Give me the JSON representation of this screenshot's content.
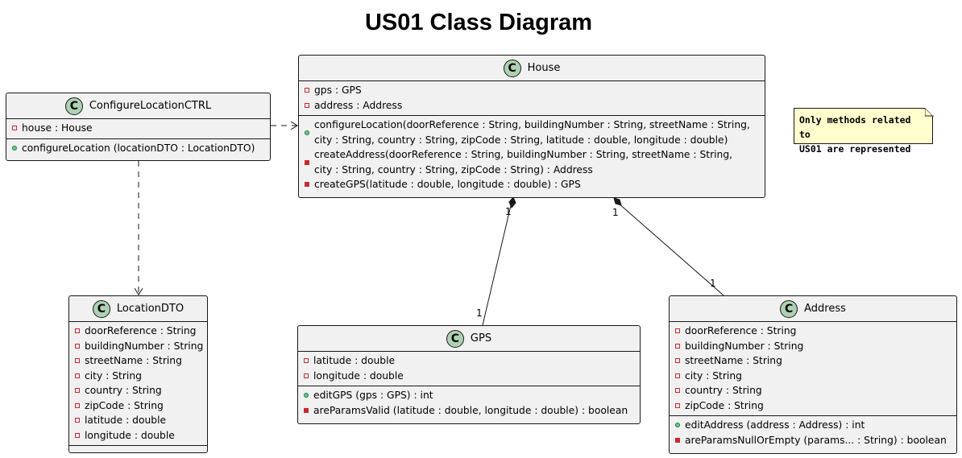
{
  "title": "US01 Class Diagram",
  "note": {
    "lines": [
      "Only methods related to",
      "US01 are represented"
    ]
  },
  "classes": {
    "ctrl": {
      "name": "ConfigureLocationCTRL",
      "badge": "C",
      "attributes": [
        {
          "vis": "private",
          "text": "house : House"
        }
      ],
      "methods": [
        {
          "vis": "public",
          "text": "configureLocation (locationDTO : LocationDTO)"
        }
      ]
    },
    "house": {
      "name": "House",
      "badge": "C",
      "attributes": [
        {
          "vis": "private",
          "text": "gps : GPS"
        },
        {
          "vis": "private",
          "text": "address : Address"
        }
      ],
      "methods": [
        {
          "vis": "public",
          "line1": "configureLocation(doorReference : String, buildingNumber : String, streetName : String,",
          "line2": "city : String, country : String, zipCode : String, latitude : double, longitude : double)"
        },
        {
          "vis": "private",
          "line1": "createAddress(doorReference : String, buildingNumber : String, streetName : String,",
          "line2": "city : String, country : String, zipCode : String) : Address"
        },
        {
          "vis": "private",
          "line1": "createGPS(latitude : double, longitude : double) : GPS",
          "line2": ""
        }
      ]
    },
    "locationdto": {
      "name": "LocationDTO",
      "badge": "C",
      "attributes": [
        {
          "vis": "private",
          "text": "doorReference : String"
        },
        {
          "vis": "private",
          "text": "buildingNumber : String"
        },
        {
          "vis": "private",
          "text": "streetName : String"
        },
        {
          "vis": "private",
          "text": "city : String"
        },
        {
          "vis": "private",
          "text": "country : String"
        },
        {
          "vis": "private",
          "text": "zipCode : String"
        },
        {
          "vis": "private",
          "text": "latitude : double"
        },
        {
          "vis": "private",
          "text": "longitude : double"
        }
      ]
    },
    "gps": {
      "name": "GPS",
      "badge": "C",
      "attributes": [
        {
          "vis": "private",
          "text": "latitude : double"
        },
        {
          "vis": "private",
          "text": "longitude : double"
        }
      ],
      "methods": [
        {
          "vis": "public",
          "text": "editGPS (gps : GPS) : int"
        },
        {
          "vis": "private",
          "text": "areParamsValid (latitude : double, longitude : double) : boolean"
        }
      ]
    },
    "address": {
      "name": "Address",
      "badge": "C",
      "attributes": [
        {
          "vis": "private",
          "text": "doorReference : String"
        },
        {
          "vis": "private",
          "text": "buildingNumber : String"
        },
        {
          "vis": "private",
          "text": "streetName : String"
        },
        {
          "vis": "private",
          "text": "city : String"
        },
        {
          "vis": "private",
          "text": "country : String"
        },
        {
          "vis": "private",
          "text": "zipCode : String"
        }
      ],
      "methods": [
        {
          "vis": "public",
          "text": "editAddress (address : Address) : int"
        },
        {
          "vis": "private",
          "text": "areParamsNullOrEmpty (params... : String) : boolean"
        }
      ]
    }
  },
  "relations": {
    "house_gps": {
      "from_mult": "1",
      "to_mult": "1"
    },
    "house_address": {
      "from_mult": "1",
      "to_mult": "1"
    }
  },
  "colors": {
    "class_fill": "#f1f1f1",
    "border": "#181818",
    "badge": "#add1b2",
    "note_fill": "#fefece",
    "private": "#c82930",
    "public": "#038048"
  }
}
